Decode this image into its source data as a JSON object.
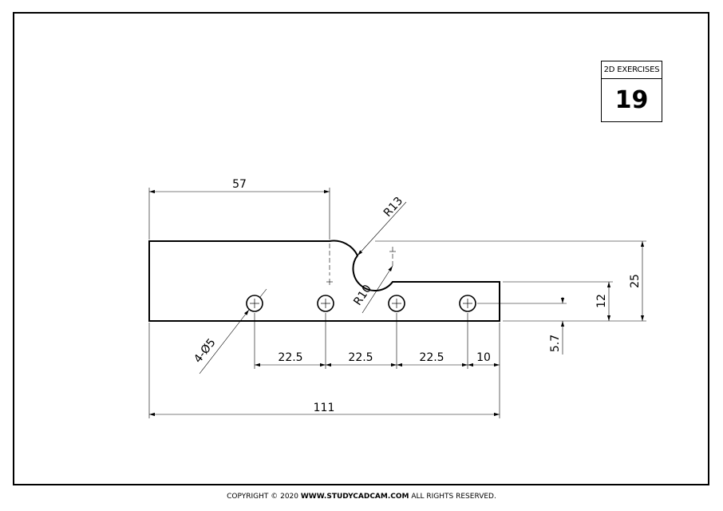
{
  "title_block": {
    "label": "2D EXERCISES",
    "number": "19"
  },
  "dimensions": {
    "total_length": "111",
    "top_length": "57",
    "fillet_top": "R13",
    "fillet_bottom": "R10",
    "hole_spacing_1": "22.5",
    "hole_spacing_2": "22.5",
    "hole_spacing_3": "22.5",
    "end_offset": "10",
    "overall_height": "25",
    "step_height": "12",
    "hole_height": "5.7",
    "holes_callout": "4-Ø5"
  },
  "footer": {
    "prefix": "COPYRIGHT © 2020 ",
    "site": "WWW.STUDYCADCAM.COM",
    "suffix": " ALL RIGHTS RESERVED."
  }
}
